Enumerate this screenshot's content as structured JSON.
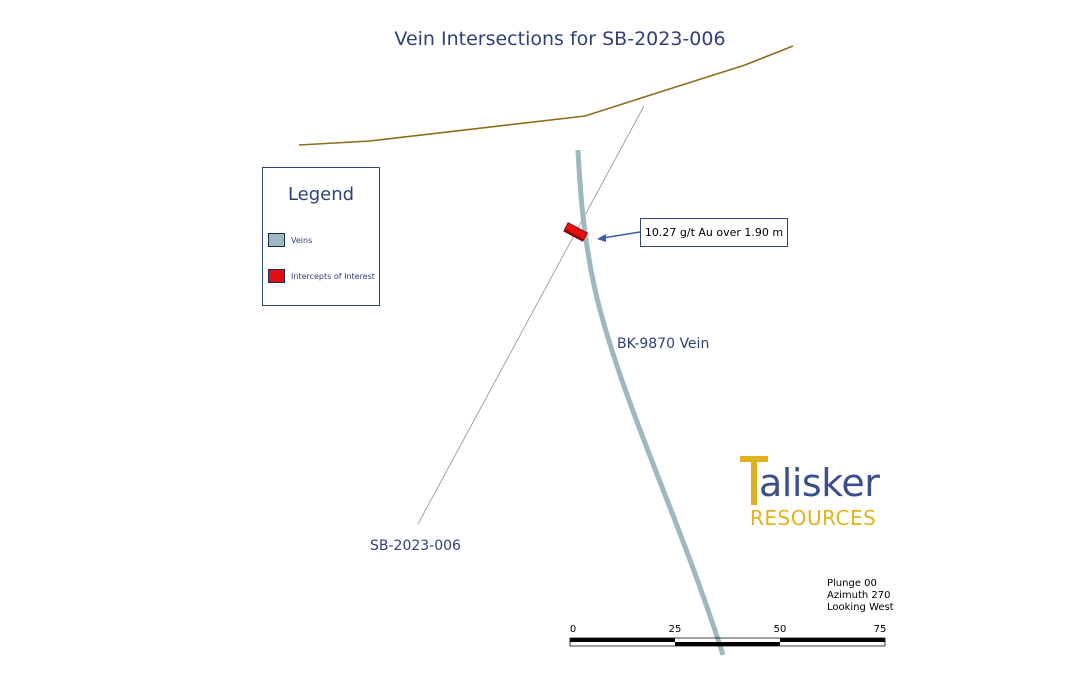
{
  "title": "Vein Intersections for SB-2023-006",
  "legend": {
    "title": "Legend",
    "items": [
      {
        "label": "Veins",
        "color": "#9fb7c1"
      },
      {
        "label": "Intercepts of Interest",
        "color": "#e01010"
      }
    ]
  },
  "callout": {
    "text": "10.27 g/t Au over 1.90 m"
  },
  "vein": {
    "label": "BK-9870 Vein",
    "color": "#9fb7c1"
  },
  "drillhole": {
    "label": "SB-2023-006"
  },
  "topography": {
    "color": "#8b6d1a"
  },
  "logo": {
    "word": "alisker",
    "sub": "RESOURCES",
    "gold": "#e0b31e",
    "blue": "#3c4f8a"
  },
  "view": {
    "plunge": "Plunge 00",
    "azimuth": "Azimuth 270",
    "looking": "Looking West"
  },
  "scale_bar": {
    "ticks": [
      "0",
      "25",
      "50",
      "75"
    ]
  }
}
